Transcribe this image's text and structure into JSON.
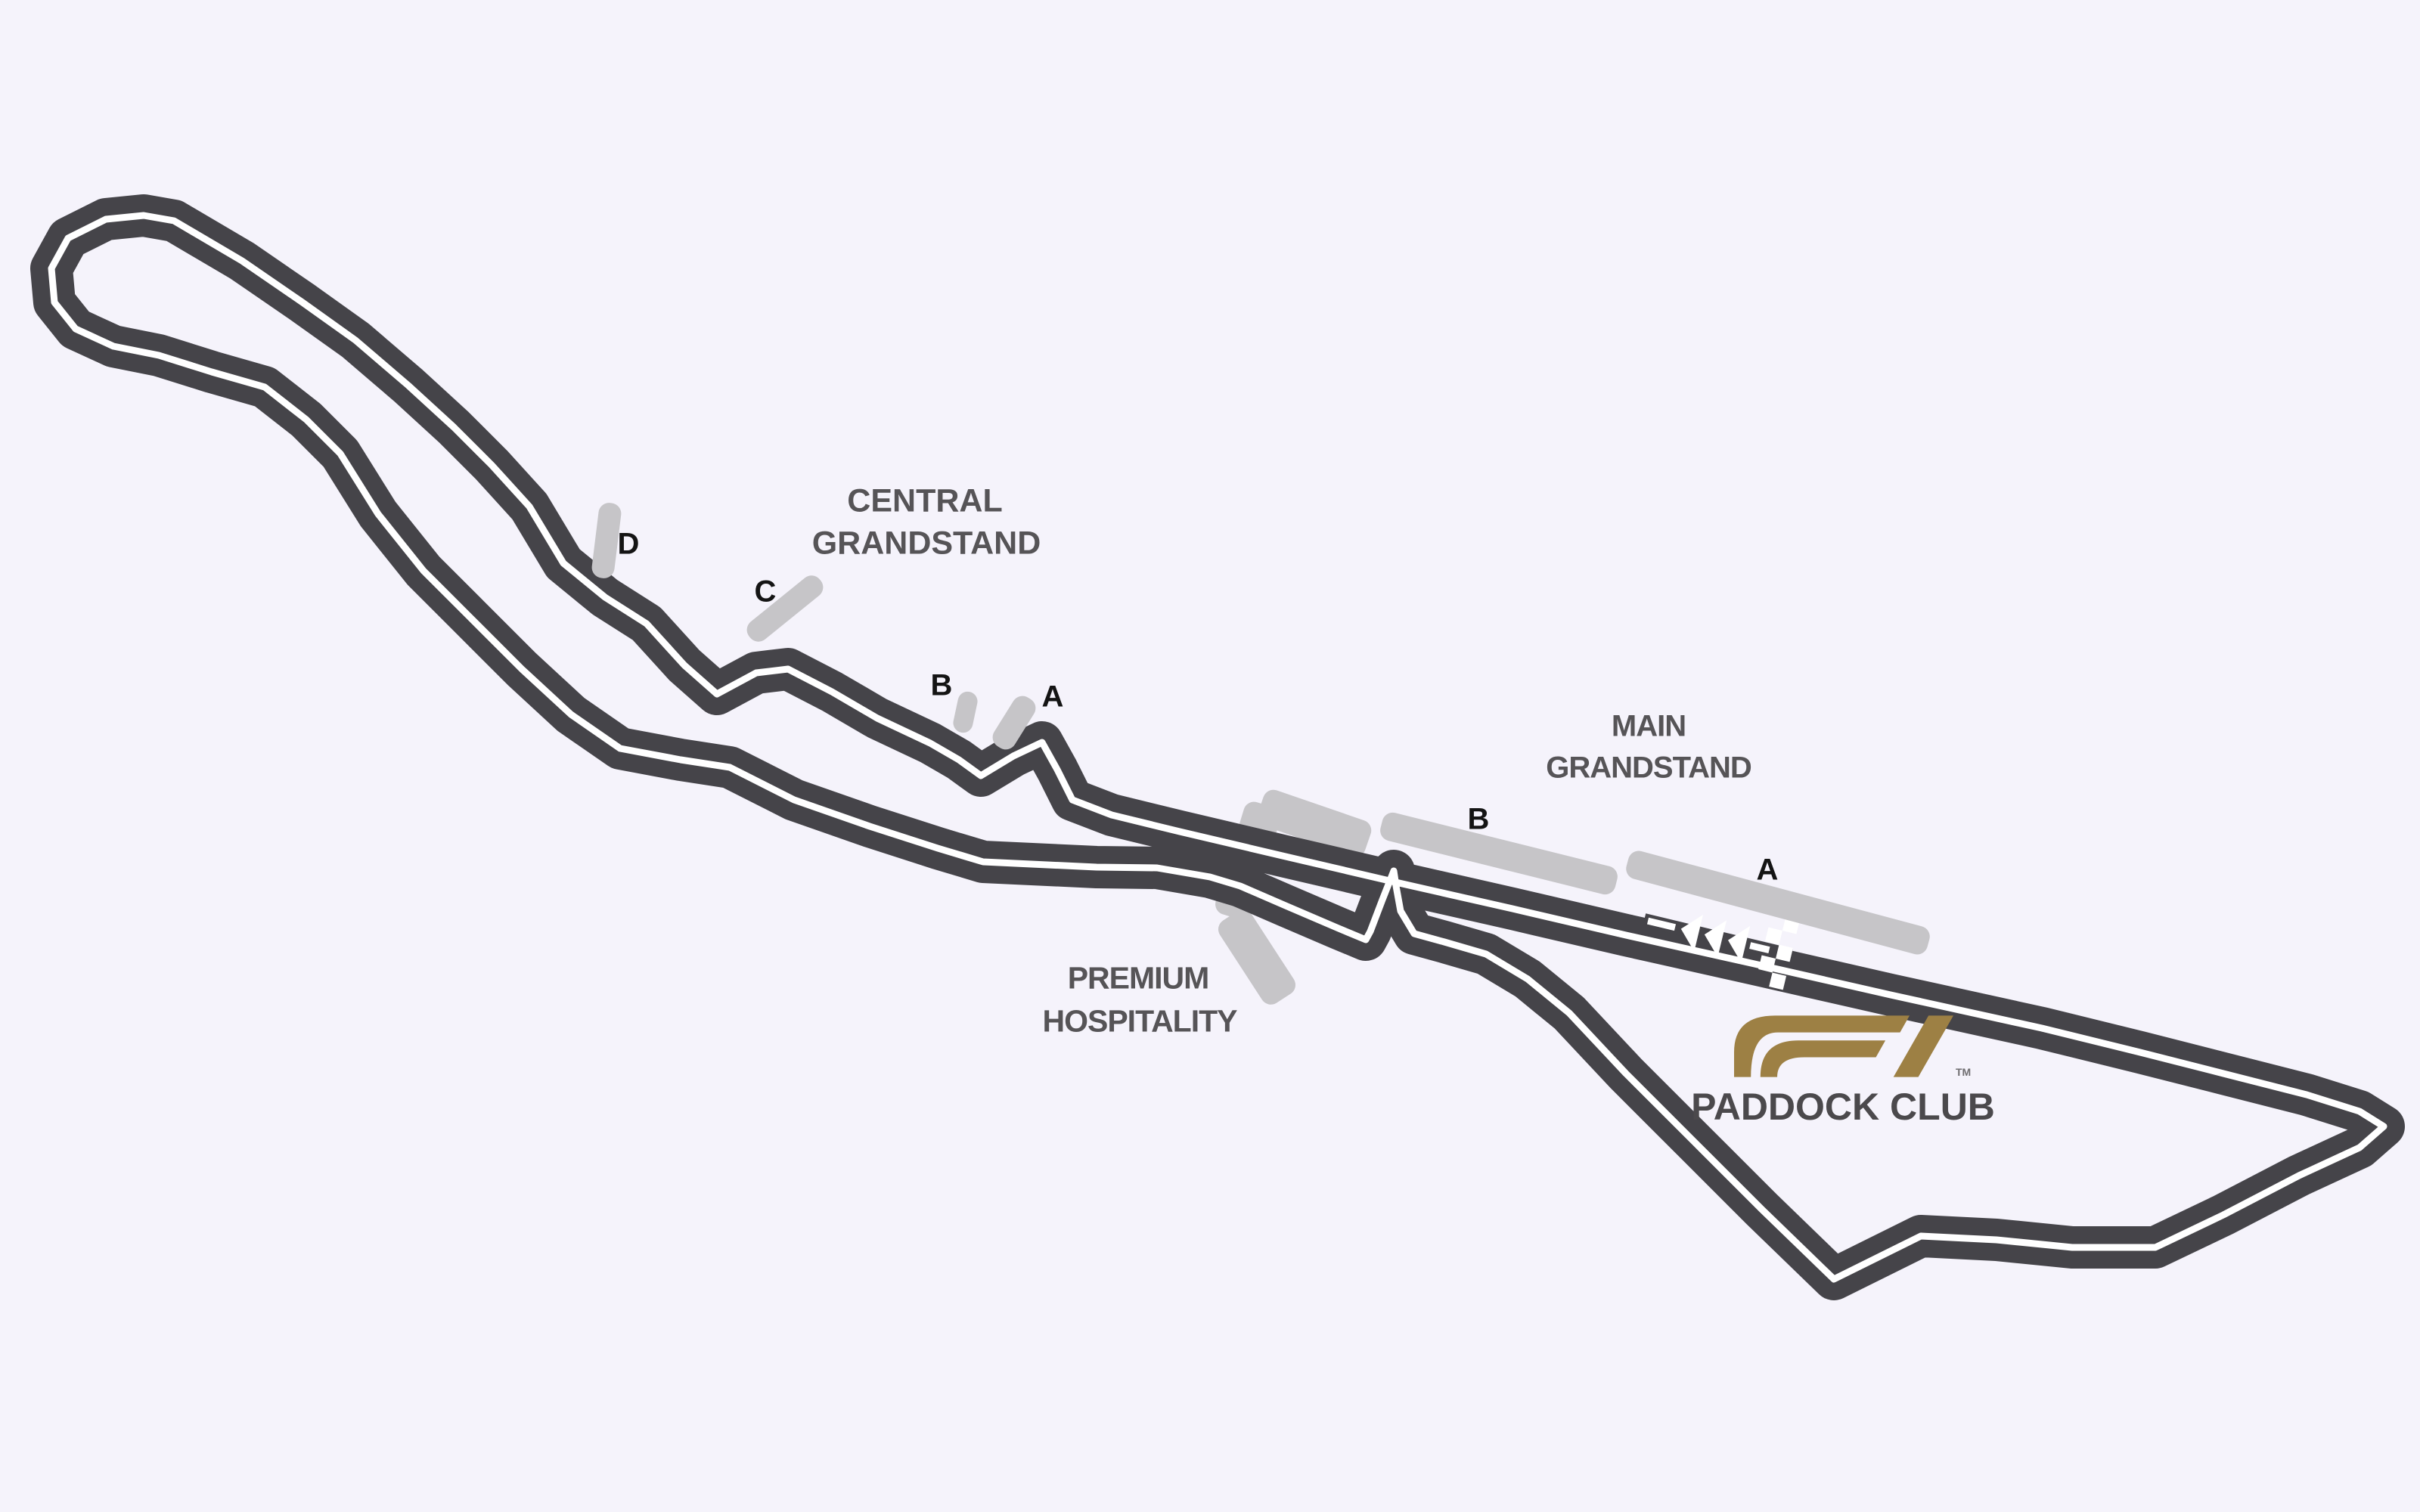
{
  "colors": {
    "background": "#f5f3fb",
    "track_surface": "#454449",
    "track_centerline": "#ffffff",
    "grandstand_bar": "#c6c5c8",
    "title_text": "#565457",
    "section_letter": "#141414",
    "f1_gold": "#9d8044",
    "paddock_text": "#4b494c"
  },
  "grandstands": {
    "central": {
      "title": [
        "CENTRAL",
        "GRANDSTAND"
      ],
      "sections": [
        "D",
        "C",
        "B",
        "A"
      ]
    },
    "main": {
      "title": [
        "MAIN",
        "GRANDSTAND"
      ],
      "sections": [
        "B",
        "A"
      ]
    },
    "premium_hospitality": {
      "title": [
        "PREMIUM",
        "HOSPITALITY"
      ]
    },
    "paddock_club": {
      "name": "PADDOCK CLUB",
      "trademark": "TM",
      "logo_icon": "f1-logo"
    }
  },
  "track": {
    "start_finish_icon": "checkered-flag",
    "direction_icon": "left-chevrons"
  }
}
